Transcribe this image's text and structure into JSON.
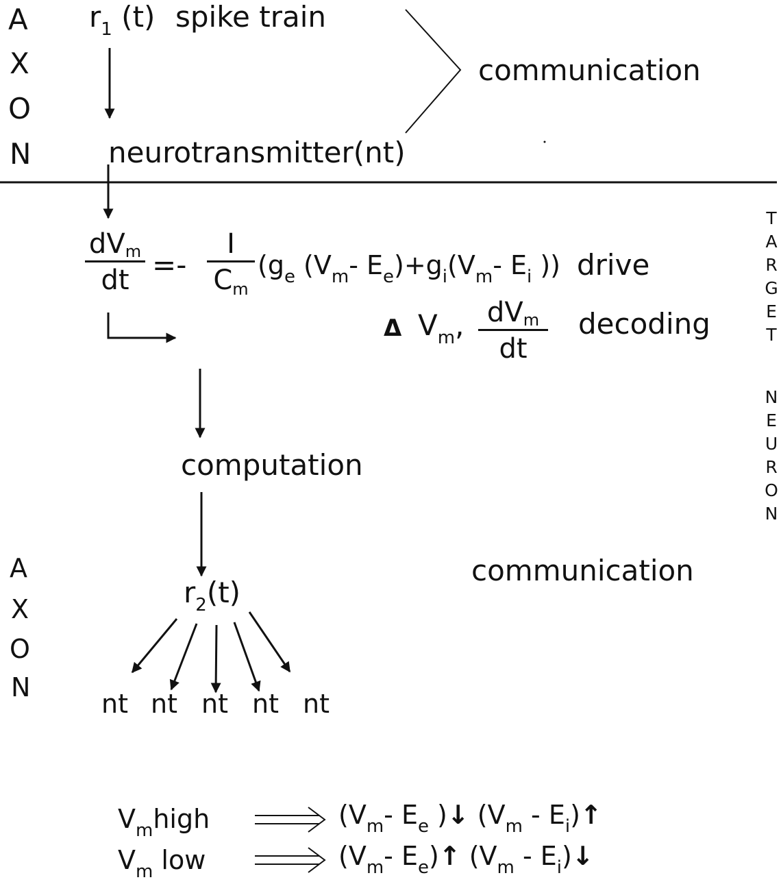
{
  "axon_label_letters": [
    "A",
    "X",
    "O",
    "N"
  ],
  "target_label_letters": [
    "T",
    "A",
    "R",
    "G",
    "E",
    "T",
    "",
    "N",
    "E",
    "U",
    "R",
    "O",
    "N"
  ],
  "top": {
    "rate": {
      "r": "r",
      "sub": "1",
      "arg": " (t)"
    },
    "spike_train": "spike train",
    "communication": "communication",
    "neurotransmitter": "neurotransmitter(nt)"
  },
  "equation": {
    "lhs_num": "dV",
    "lhs_num_sub": "m",
    "lhs_den": "dt",
    "equals": "=-",
    "coef_num": "I",
    "coef_den": "C",
    "coef_den_sub": "m",
    "body": {
      "p1": "(g",
      "s1": "e",
      "p2": " (V",
      "s2": "m",
      "p3": "- E",
      "s3": "e",
      "p4": ")+g",
      "s4": "i",
      "p5": "(V",
      "s5": "m",
      "p6": "- E",
      "s6": "i",
      "p7": " ))"
    },
    "drive": "drive"
  },
  "decoding": {
    "delta": "Δ",
    "v": "V",
    "v_sub": "m",
    "comma": ",",
    "num": "dV",
    "num_sub": "m",
    "den": "dt",
    "label": "decoding"
  },
  "computation": "computation",
  "bottom": {
    "communication": "communication",
    "rate": {
      "r": "r",
      "sub": "2",
      "arg": "(t)"
    },
    "nt_labels": [
      "nt",
      "nt",
      "nt",
      "nt",
      "nt"
    ]
  },
  "rules": [
    {
      "v": "V",
      "v_sub": "m",
      "cond": "high",
      "lhs": "(V",
      "lhs_sub": "m",
      "lhs_rest": "- E",
      "lhs_sub2": "e",
      "close1": " )",
      "arrow1": "↓",
      "rhs": " (V",
      "rhs_sub": "m",
      "rhs_rest": " -  E",
      "rhs_sub2": "i",
      "close2": ")",
      "arrow2": "↑"
    },
    {
      "v": "V",
      "v_sub": "m",
      "cond": " low",
      "lhs": "(V",
      "lhs_sub": "m",
      "lhs_rest": "-  E",
      "lhs_sub2": "e",
      "close1": ")",
      "arrow1": "↑",
      "rhs": " (V",
      "rhs_sub": "m",
      "rhs_rest": " -  E",
      "rhs_sub2": "i",
      "close2": ")",
      "arrow2": "↓"
    }
  ]
}
